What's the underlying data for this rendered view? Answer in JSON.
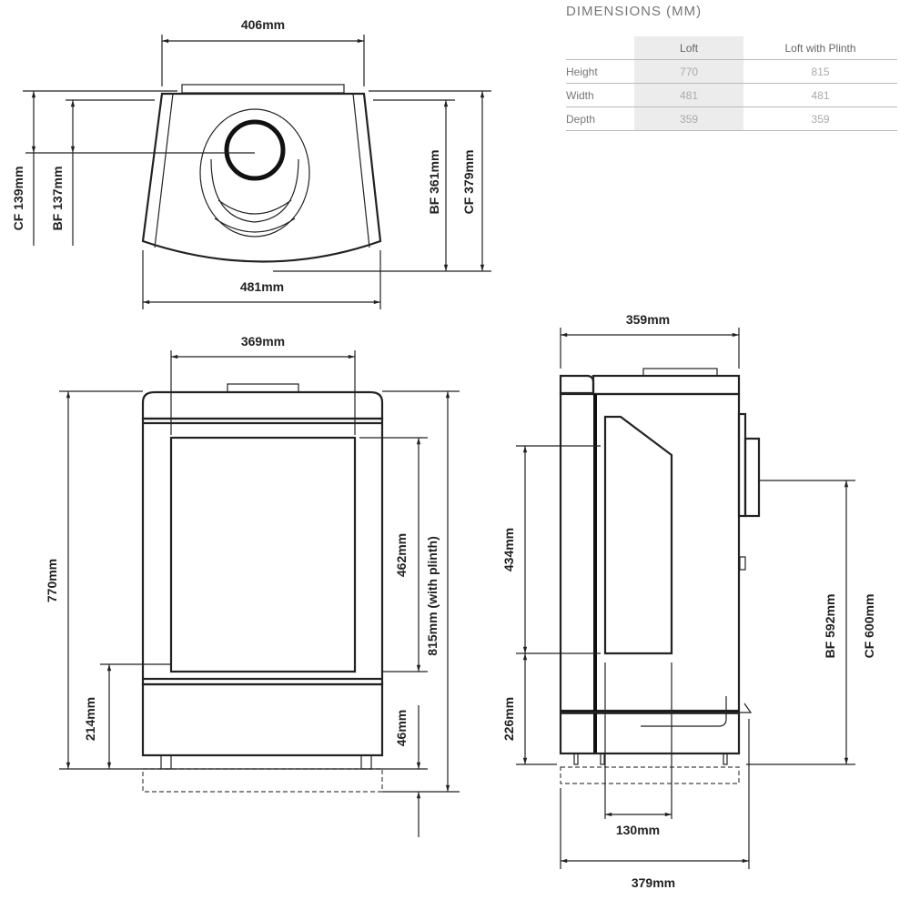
{
  "table": {
    "title": "DIMENSIONS (MM)",
    "columns": [
      "",
      "Loft",
      "Loft with Plinth"
    ],
    "rows": [
      {
        "label": "Height",
        "loft": "770",
        "plinth": "815"
      },
      {
        "label": "Width",
        "loft": "481",
        "plinth": "481"
      },
      {
        "label": "Depth",
        "loft": "359",
        "plinth": "359"
      }
    ]
  },
  "top_view": {
    "width_top": "406mm",
    "width_bottom": "481mm",
    "cf_left": "CF 139mm",
    "bf_left": "BF 137mm",
    "bf_right": "BF 361mm",
    "cf_right": "CF 379mm"
  },
  "front_view": {
    "width": "369mm",
    "height": "770mm",
    "low": "214mm",
    "glass": "462mm",
    "with_plinth": "815mm (with plinth)",
    "plinth": "46mm"
  },
  "side_view": {
    "depth": "359mm",
    "depth_total": "379mm",
    "glass": "434mm",
    "low": "226mm",
    "offset": "130mm",
    "bf": "BF 592mm",
    "cf": "CF 600mm"
  }
}
